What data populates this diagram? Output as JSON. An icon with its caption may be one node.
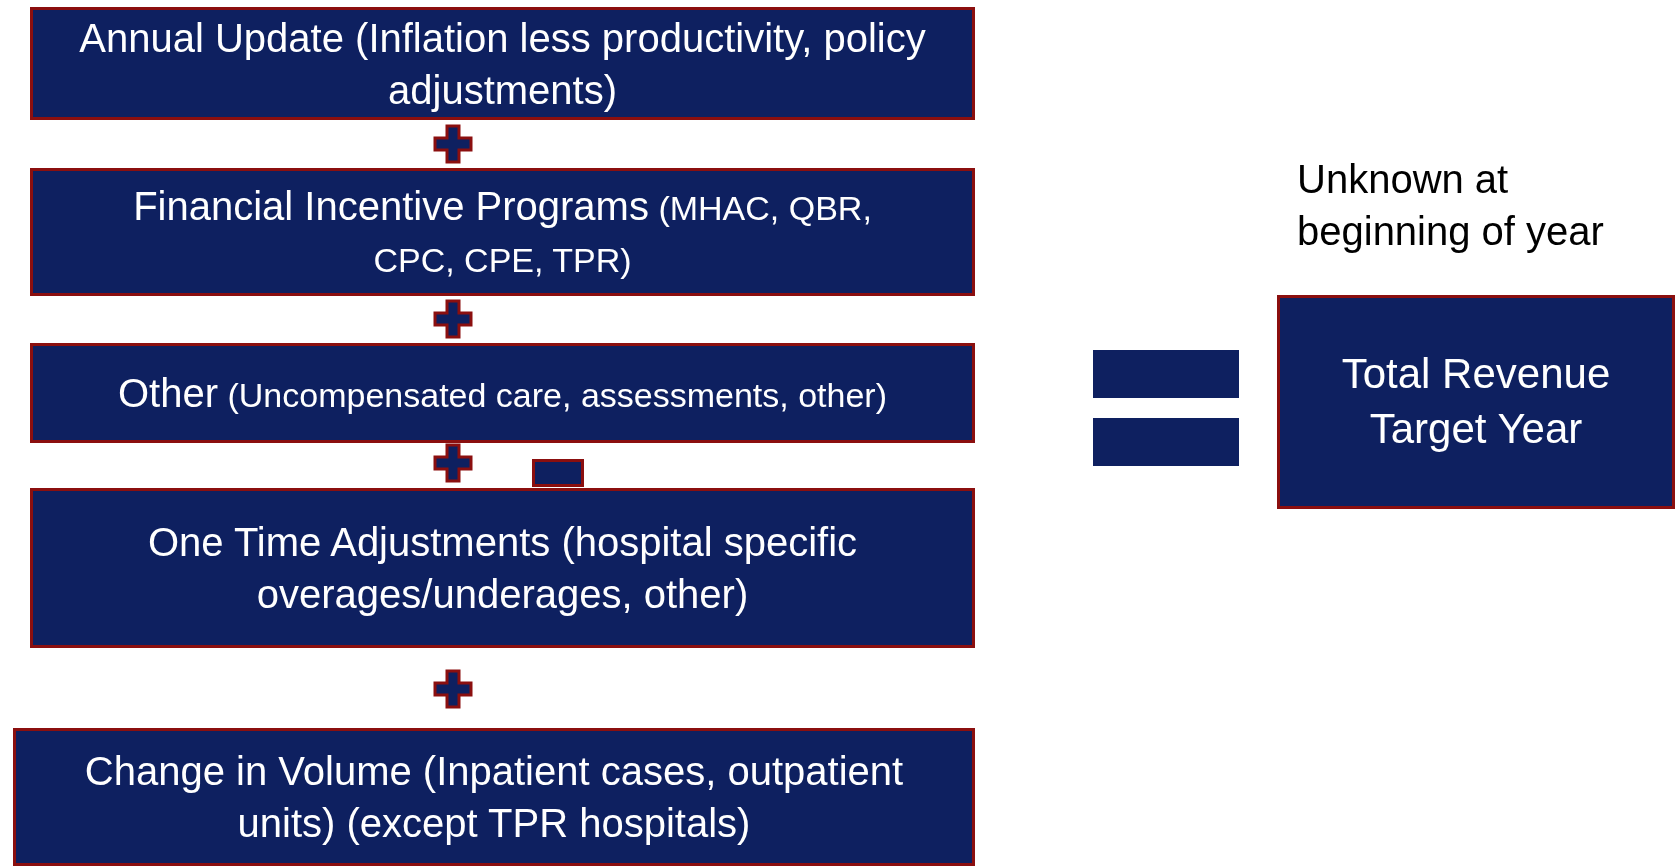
{
  "diagram": {
    "nodes": [
      {
        "text": [
          "Annual Update (Inflation less productivity, policy adjustments)"
        ]
      },
      {
        "text": [
          "Financial Incentive Programs",
          "(MHAC, QBR,  CPC, CPE, TPR)"
        ]
      },
      {
        "text": [
          "Other",
          "(Uncompensated care, assessments, other)"
        ]
      },
      {
        "text": [
          "One Time Adjustments (hospital specific overages/underages, other)"
        ]
      },
      {
        "text": [
          "Change in Volume (Inpatient cases, outpatient units) (except TPR hospitals)"
        ]
      },
      {
        "text": [
          "Total Revenue Target Year"
        ],
        "beside": [
          "Unknown at beginning of year"
        ]
      }
    ]
  }
}
